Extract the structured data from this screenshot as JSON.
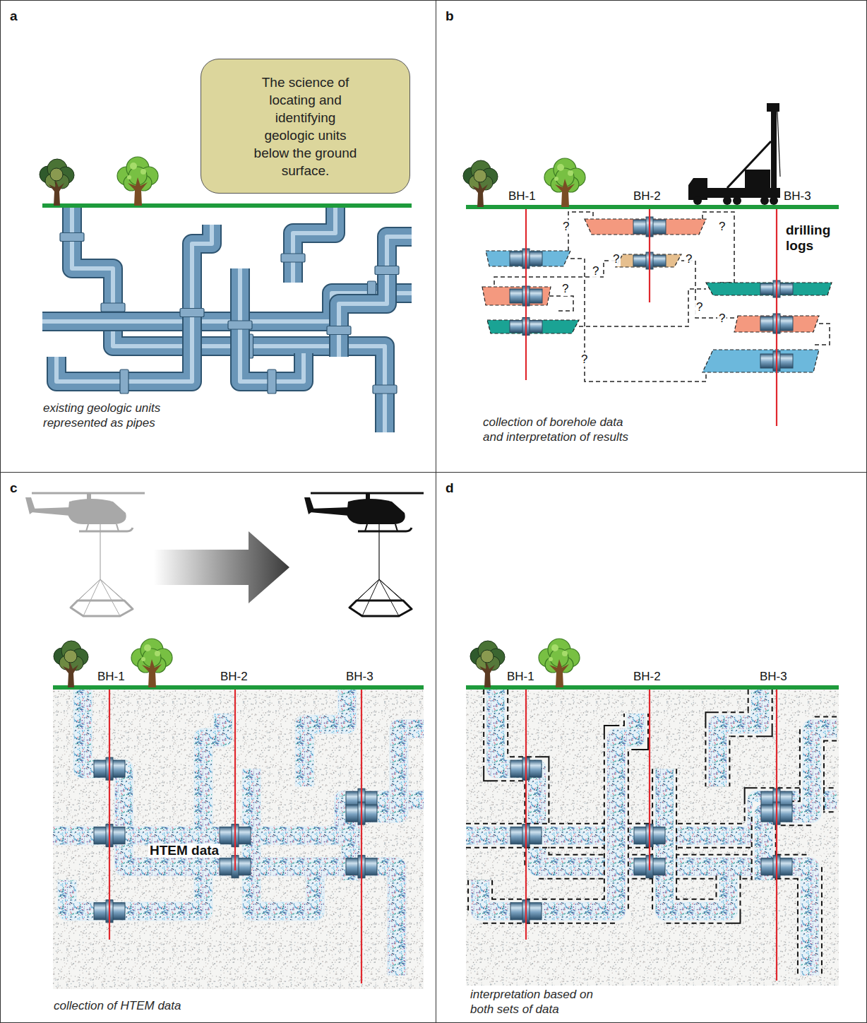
{
  "diagram": {
    "nodes": [
      {
        "text": [
          "a",
          "existing geologic units represented as pipes"
        ]
      },
      {
        "text": [
          "The science of locating and identifying geologic units below the ground surface."
        ],
        "in": 0
      },
      {
        "text": [
          "b",
          "collection of borehole data and interpretation of results"
        ]
      },
      {
        "text": [
          "c",
          "collection of HTEM data"
        ]
      },
      {
        "text": [
          "d",
          "interpretation based on both sets of data"
        ]
      }
    ],
    "labels": [
      "BH-1",
      "BH-2",
      "BH-3",
      "drilling logs",
      "?",
      "?",
      "?",
      "?",
      "?",
      "?",
      "?",
      "?",
      "?",
      "BH-1",
      "BH-2",
      "BH-3",
      "HTEM data",
      "BH-1",
      "BH-2",
      "BH-3"
    ]
  }
}
